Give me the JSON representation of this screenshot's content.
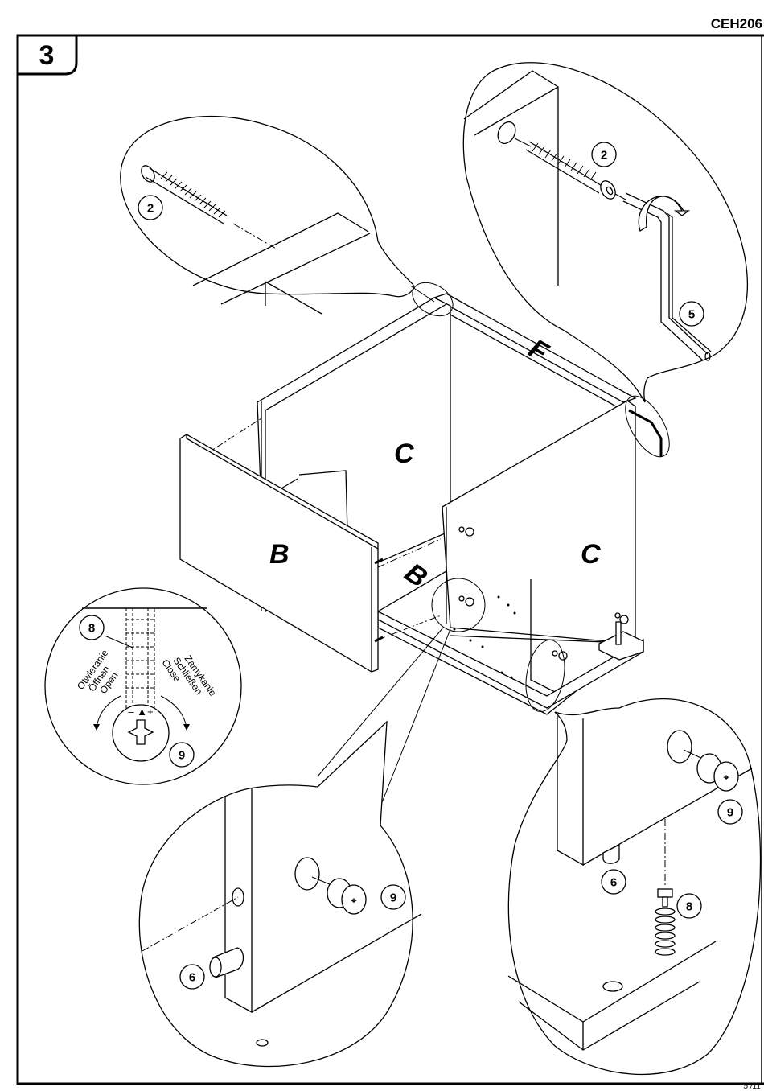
{
  "header": {
    "document_code": "CEH206",
    "step_number": "3"
  },
  "footer": {
    "page_number": "5 /11"
  },
  "panels": {
    "back_top": "C",
    "front": "B",
    "bottom": "B",
    "side_right": "C",
    "rail": "F"
  },
  "callouts": {
    "top_left_detail": [
      "2"
    ],
    "top_right_detail": [
      "2",
      "5"
    ],
    "left_round_detail": [
      "8",
      "9"
    ],
    "bottom_center_detail": [
      "9",
      "6"
    ],
    "bottom_right_detail": [
      "9",
      "6",
      "8"
    ]
  },
  "rotation_instructions": {
    "open": [
      "Otwieranie",
      "Öffnen",
      "Open"
    ],
    "close": [
      "Zamykanie",
      "Schließen",
      "Close"
    ],
    "scale": "– ▲+"
  },
  "parts": {
    "2": "dowel-screw",
    "5": "allen-key",
    "6": "wooden-dowel",
    "8": "cam-bolt",
    "9": "cam-lock"
  }
}
